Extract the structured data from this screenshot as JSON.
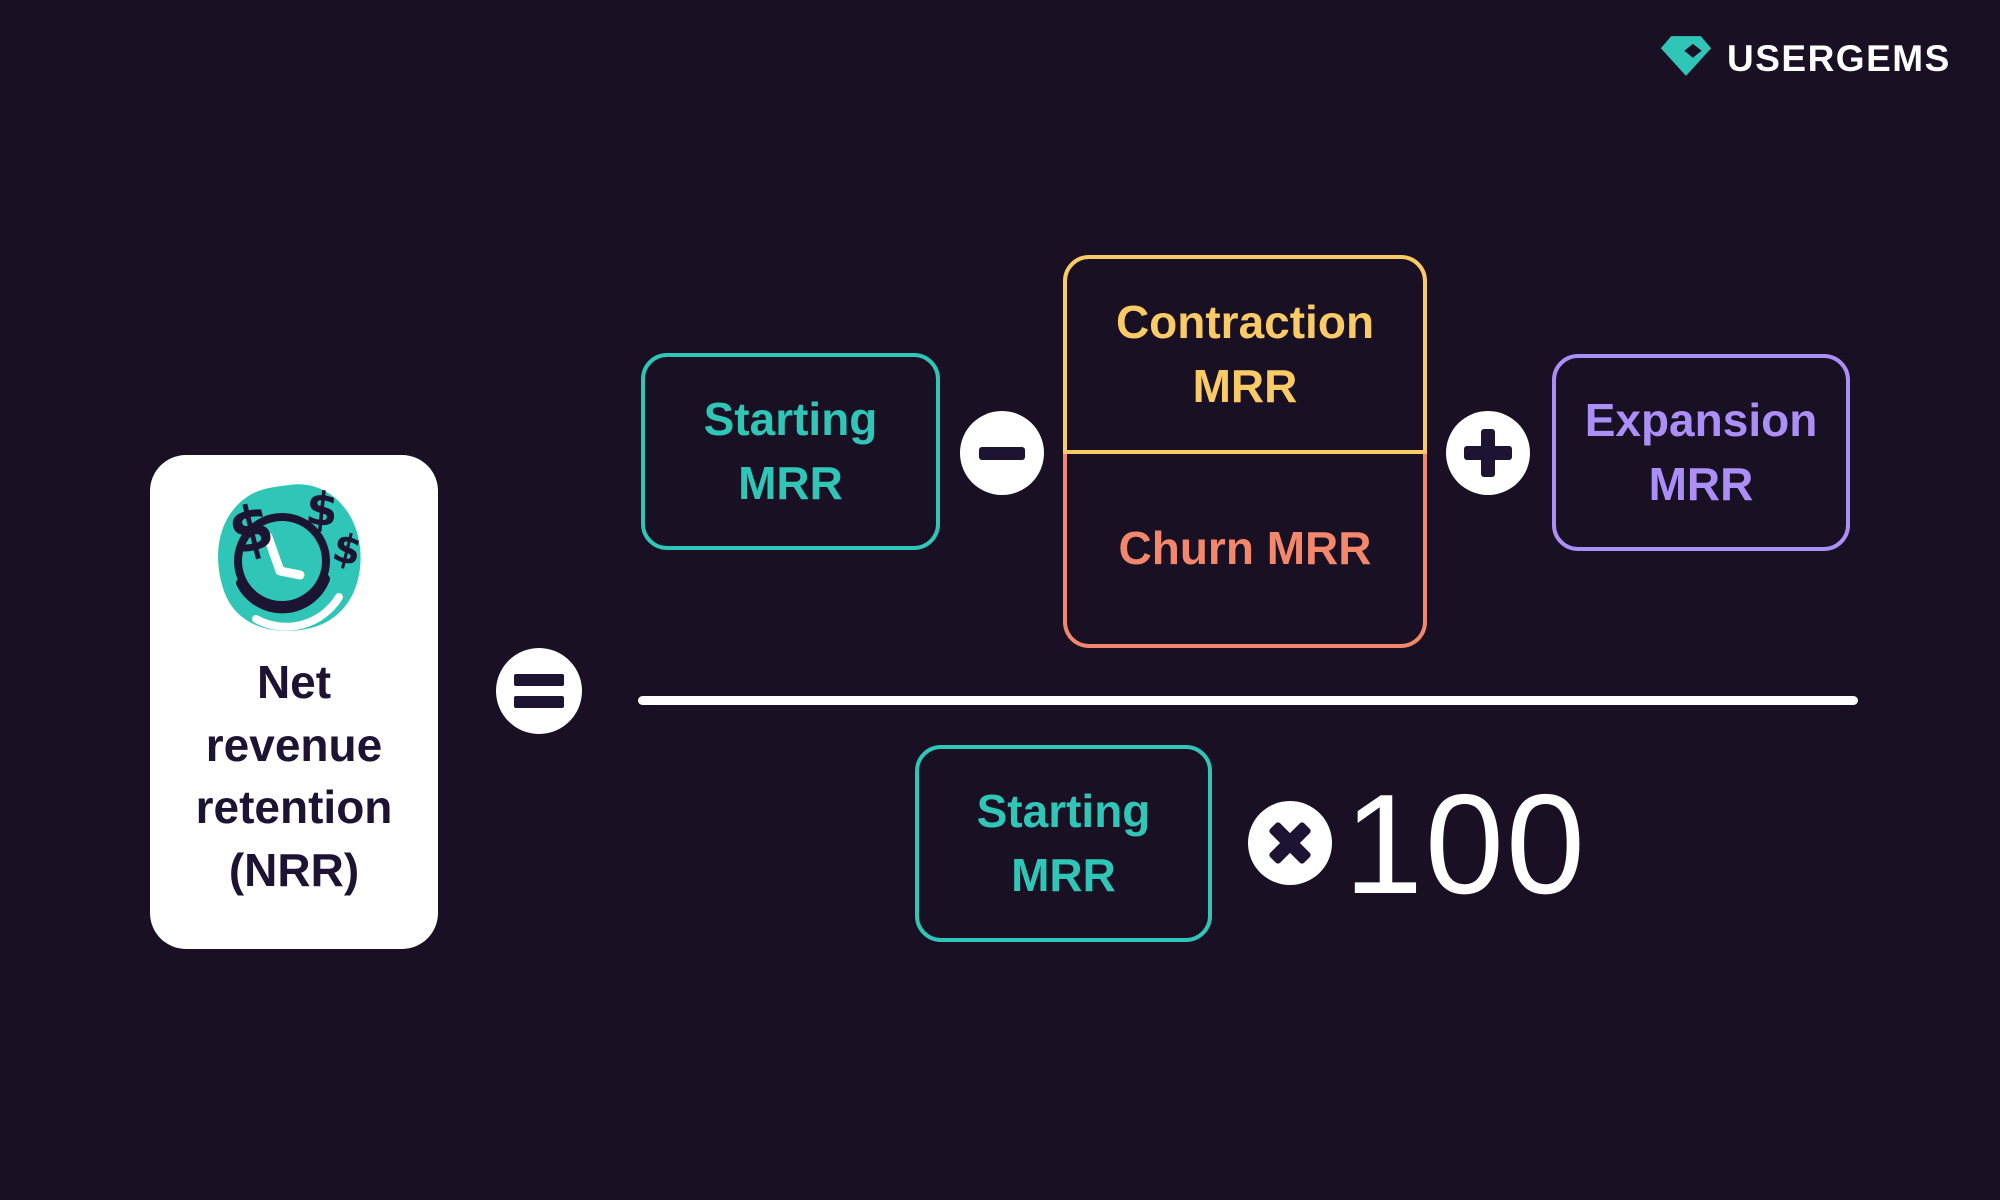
{
  "background_color": "#191023",
  "logo": {
    "brand": "USERGEMS",
    "gem_color": "#2fc6b7"
  },
  "definition_card": {
    "label": "Net revenue retention (NRR)",
    "icon": "money-clock-icon",
    "background": "#ffffff",
    "text_color": "#1b1433"
  },
  "operators": {
    "equals": "=",
    "minus": "−",
    "plus": "+",
    "times": "×"
  },
  "formula": {
    "numerator": {
      "starting_mrr": "Starting MRR",
      "contraction_mrr": "Contraction MRR",
      "churn_mrr": "Churn MRR",
      "expansion_mrr": "Expansion MRR"
    },
    "denominator": {
      "starting_mrr": "Starting MRR",
      "multiplier": "100"
    }
  },
  "colors": {
    "teal": "#2fc6b7",
    "yellow": "#f9cb67",
    "salmon": "#f2876c",
    "purple": "#a98ff6",
    "white": "#ffffff",
    "ink": "#1b1433"
  }
}
